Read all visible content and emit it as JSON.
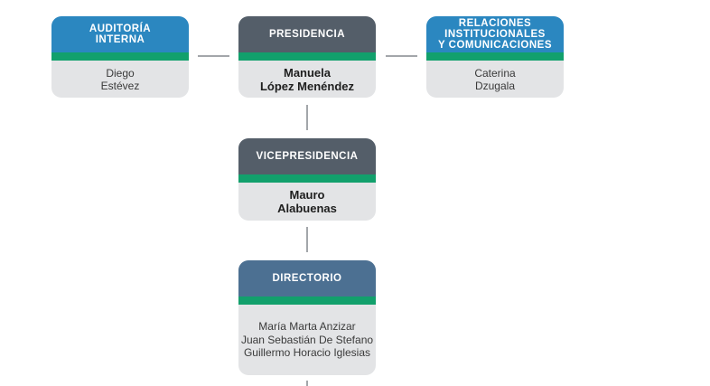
{
  "org_chart": {
    "auditoria": {
      "title": "AUDITORÍA\nINTERNA",
      "name": "Diego\nEstévez"
    },
    "presidencia": {
      "title": "PRESIDENCIA",
      "name": "Manuela\nLópez Menéndez"
    },
    "relaciones": {
      "title": "RELACIONES\nINSTITUCIONALES\nY COMUNICACIONES",
      "name": "Caterina\nDzugala"
    },
    "vicepresidencia": {
      "title": "VICEPRESIDENCIA",
      "name": "Mauro\nAlabuenas"
    },
    "directorio": {
      "title": "DIRECTORIO",
      "members": "María Marta Anzizar\nJuan Sebastián De Stefano\nGuillermo Horacio Iglesias"
    }
  },
  "colors": {
    "header_blue": "#2b87c0",
    "header_slate": "#545e69",
    "header_steel": "#4c7092",
    "accent_band": "#12a06c",
    "card_body": "#e3e4e6",
    "connector": "#a3a6aa"
  }
}
